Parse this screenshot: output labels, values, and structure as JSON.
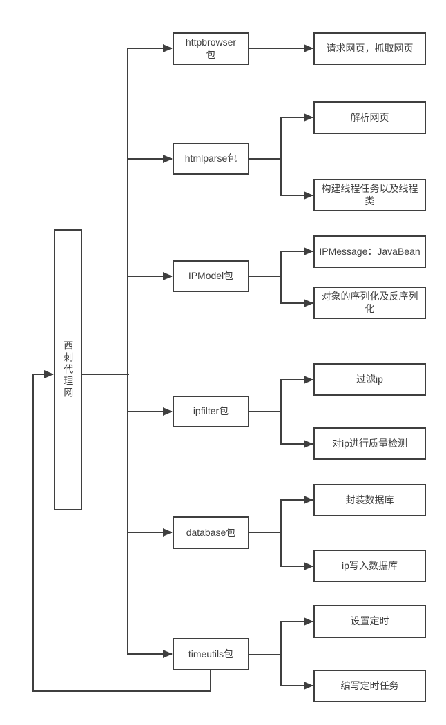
{
  "colors": {
    "line": "#3f3f3f",
    "box_border": "#3f3f3f",
    "text": "#3f3f3f",
    "background": "#ffffff"
  },
  "root": {
    "label": "西刺代理网"
  },
  "packages": [
    {
      "label": "httpbrowser\n包",
      "children": [
        {
          "label": "请求网页，抓取网页"
        }
      ]
    },
    {
      "label": "htmlparse包",
      "children": [
        {
          "label": "解析网页"
        },
        {
          "label": "构建线程任务以及线程类"
        }
      ]
    },
    {
      "label": "IPModel包",
      "children": [
        {
          "label": "IPMessage：JavaBean"
        },
        {
          "label": "对象的序列化及反序列化"
        }
      ]
    },
    {
      "label": "ipfilter包",
      "children": [
        {
          "label": "过滤ip"
        },
        {
          "label": "对ip进行质量检测"
        }
      ]
    },
    {
      "label": "database包",
      "children": [
        {
          "label": "封装数据库"
        },
        {
          "label": "ip写入数据库"
        }
      ]
    },
    {
      "label": "timeutils包",
      "children": [
        {
          "label": "设置定时"
        },
        {
          "label": "编写定时任务"
        }
      ]
    }
  ]
}
